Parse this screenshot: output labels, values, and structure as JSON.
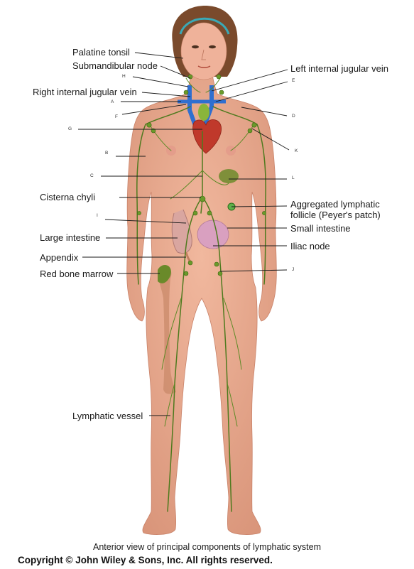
{
  "caption": "Anterior view of principal components of lymphatic system",
  "copyright": "Copyright © John Wiley & Sons, Inc. All rights reserved.",
  "labels": {
    "palatine_tonsil": "Palatine tonsil",
    "submandibular_node": "Submandibular node",
    "right_internal_jugular_vein": "Right internal jugular vein",
    "left_internal_jugular_vein": "Left internal jugular vein",
    "cisterna_chyli": "Cisterna chyli",
    "aggregated_lymphatic_follicle_line1": "Aggregated lymphatic",
    "aggregated_lymphatic_follicle_line2": "follicle (Peyer's patch)",
    "small_intestine": "Small intestine",
    "large_intestine": "Large intestine",
    "iliac_node": "Iliac node",
    "appendix": "Appendix",
    "red_bone_marrow": "Red bone marrow",
    "lymphatic_vessel": "Lymphatic vessel"
  },
  "letters": {
    "h": "H",
    "a": "A",
    "f": "F",
    "g": "G",
    "b": "B",
    "c": "C",
    "i": "I",
    "e": "E",
    "d": "D",
    "k": "K",
    "l": "L",
    "j": "J"
  },
  "colors": {
    "skin": "#e8a98e",
    "skin_shadow": "#d38e74",
    "hair": "#7a4a2c",
    "headband": "#3aa9b6",
    "lymph": "#4e7a1e",
    "node": "#6a9a2a",
    "vein": "#2f6fd0",
    "heart": "#c0392b",
    "thymus": "#8ab53a",
    "spleen": "#7f8f3a",
    "intestine": "#d9a0c0",
    "bone": "#c98a6a"
  }
}
